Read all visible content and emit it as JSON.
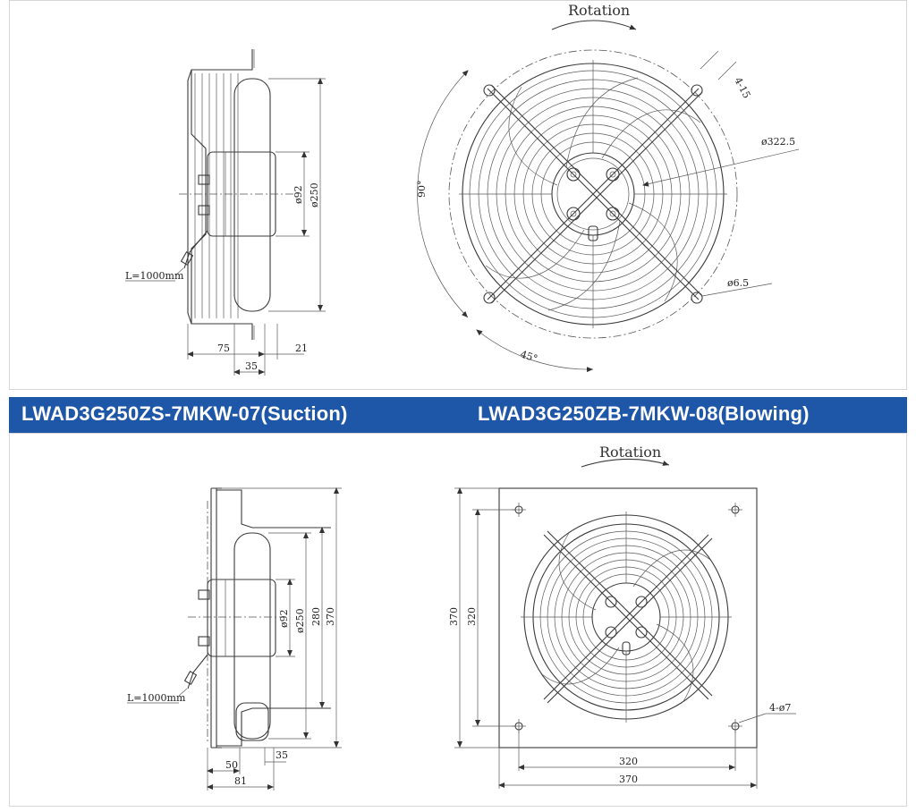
{
  "banner": {
    "model_left": "LWAD3G250ZS-7MKW-07(Suction)",
    "model_right": "LWAD3G250ZB-7MKW-08(Blowing)",
    "background_color": "#1f57a8",
    "text_color": "#ffffff"
  },
  "top_side": {
    "cable": "L=1000mm",
    "dim_motor": "ø92",
    "dim_guard": "ø250",
    "dim_depth": "75",
    "dim_hub": "35",
    "dim_offset": "21"
  },
  "top_front": {
    "rotation": "Rotation",
    "dim_slots": "4-15",
    "dim_pcd": "ø322.5",
    "dim_hole": "ø6.5",
    "dim_angle_90": "90°",
    "dim_angle_45": "45°"
  },
  "bottom_side": {
    "cable": "L=1000mm",
    "dim_motor": "ø92",
    "dim_guard": "ø250",
    "dim_ring": "280",
    "dim_plate": "370",
    "dim_depth1": "50",
    "dim_depth2": "81",
    "dim_offset": "35"
  },
  "bottom_front": {
    "rotation": "Rotation",
    "dim_height_outer": "370",
    "dim_height_inner": "320",
    "dim_width_inner": "320",
    "dim_width_outer": "370",
    "dim_holes": "4-ø7"
  }
}
